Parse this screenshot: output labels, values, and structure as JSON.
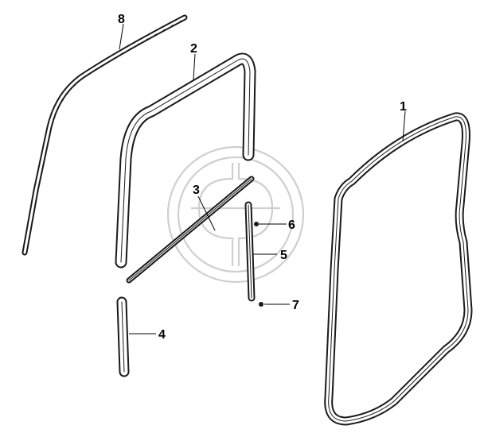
{
  "diagram": {
    "callouts": {
      "p1": "1",
      "p2": "2",
      "p3": "3",
      "p4": "4",
      "p5": "5",
      "p6": "6",
      "p7": "7",
      "p8": "8"
    },
    "colors": {
      "line": "#1a1a1a",
      "watermark": "#cfcfcf",
      "background": "#ffffff"
    },
    "icons": [
      "watermark-logo-icon"
    ]
  }
}
